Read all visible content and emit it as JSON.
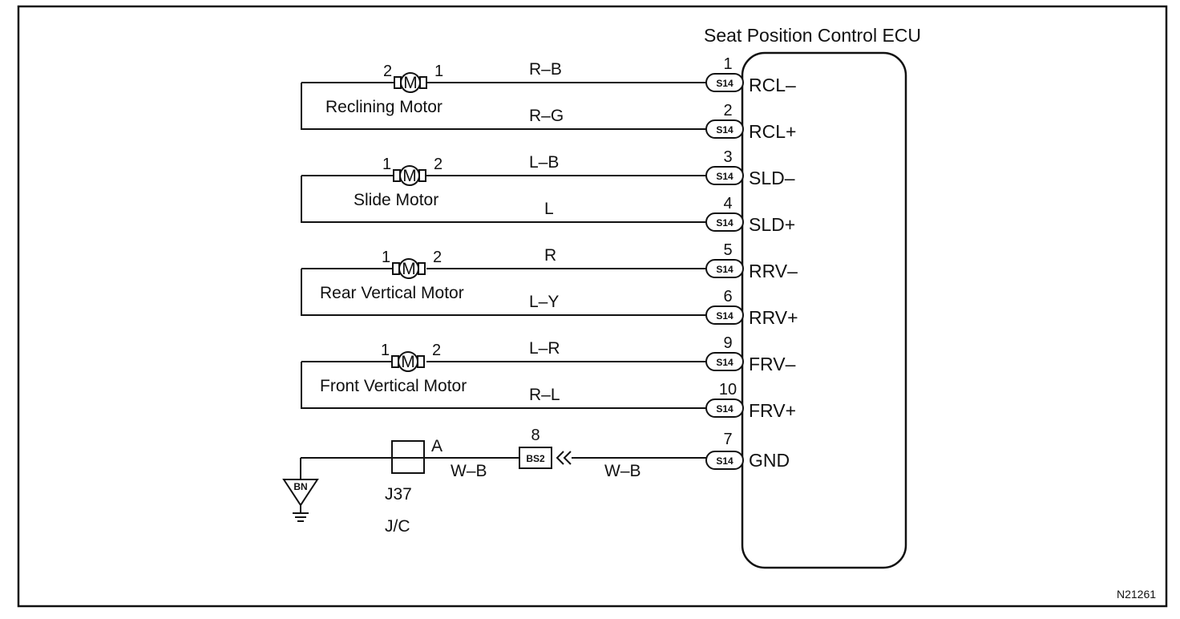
{
  "title": "Seat Position Control ECU",
  "connector_code": "S14",
  "motors": [
    {
      "label": "Reclining Motor",
      "left_pin": "2",
      "right_pin": "1",
      "glyph": "M",
      "upper": {
        "pin": "1",
        "color": "R–B",
        "terminal": "RCL–"
      },
      "lower": {
        "pin": "2",
        "color": "R–G",
        "terminal": "RCL+"
      }
    },
    {
      "label": "Slide Motor",
      "left_pin": "1",
      "right_pin": "2",
      "glyph": "M",
      "upper": {
        "pin": "3",
        "color": "L–B",
        "terminal": "SLD–"
      },
      "lower": {
        "pin": "4",
        "color": "L",
        "terminal": "SLD+"
      }
    },
    {
      "label": "Rear Vertical Motor",
      "left_pin": "1",
      "right_pin": "2",
      "glyph": "M",
      "upper": {
        "pin": "5",
        "color": "R",
        "terminal": "RRV–"
      },
      "lower": {
        "pin": "6",
        "color": "L–Y",
        "terminal": "RRV+"
      }
    },
    {
      "label": "Front Vertical Motor",
      "left_pin": "1",
      "right_pin": "2",
      "glyph": "M",
      "upper": {
        "pin": "9",
        "color": "L–R",
        "terminal": "FRV–"
      },
      "lower": {
        "pin": "10",
        "color": "R–L",
        "terminal": "FRV+"
      }
    }
  ],
  "ground": {
    "pin": "7",
    "terminal": "GND",
    "wire_color_ecu": "W–B",
    "splice_label": "BS2",
    "splice_pin": "8",
    "wire_color_jc": "W–B",
    "jc_terminal": "A",
    "jc_name": "J37",
    "jc_type": "J/C",
    "ground_point": "BN"
  },
  "figure_ref": "N21261"
}
